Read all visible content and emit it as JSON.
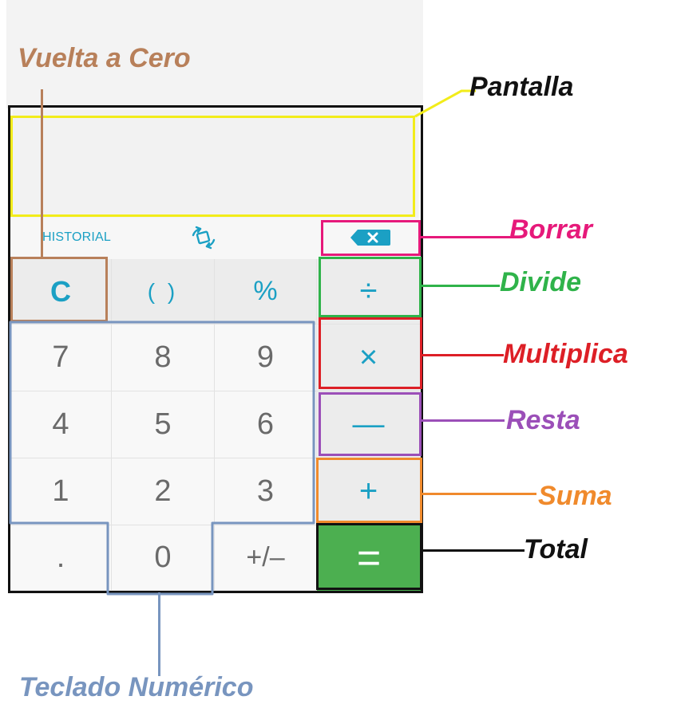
{
  "calculator": {
    "toolbar": {
      "history_label": "HISTORIAL"
    },
    "keys": {
      "clear": "C",
      "parens": "( )",
      "percent": "%",
      "divide": "÷",
      "seven": "7",
      "eight": "8",
      "nine": "9",
      "multiply": "×",
      "four": "4",
      "five": "5",
      "six": "6",
      "subtract": "—",
      "one": "1",
      "two": "2",
      "three": "3",
      "add": "+",
      "decimal": ".",
      "zero": "0",
      "plus_minus": "+/–",
      "equals": "="
    }
  },
  "annotations": {
    "vuelta_a_cero": "Vuelta a Cero",
    "pantalla": "Pantalla",
    "borrar": "Borrar",
    "divide": "Divide",
    "multiplica": "Multiplica",
    "resta": "Resta",
    "suma": "Suma",
    "total": "Total",
    "teclado_numerico": "Teclado Numérico"
  },
  "colors": {
    "pantalla": "#f2ec1a",
    "borrar": "#e6197a",
    "divide": "#2fb34a",
    "multiplica": "#dd1f26",
    "resta": "#9b4fb8",
    "suma": "#f08a2c",
    "total": "#111111",
    "vuelta_a_cero": "#b8805a",
    "teclado_numerico": "#7895bf",
    "accent": "#1ba0c4",
    "equals_bg": "#4caf50"
  }
}
